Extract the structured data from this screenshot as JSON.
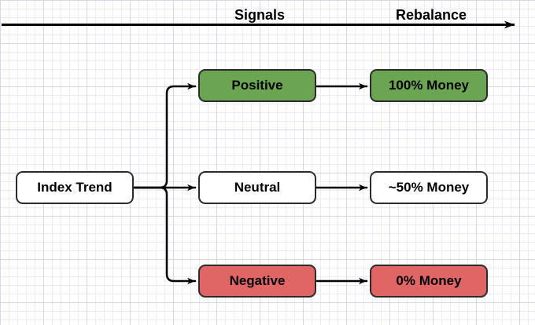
{
  "header": {
    "signals_label": "Signals",
    "rebalance_label": "Rebalance"
  },
  "root_node": {
    "label": "Index Trend",
    "fill": "#ffffff"
  },
  "rows": [
    {
      "signal": "Positive",
      "rebalance": "100% Money",
      "fill": "#6ba552"
    },
    {
      "signal": "Neutral",
      "rebalance": "~50% Money",
      "fill": "#ffffff"
    },
    {
      "signal": "Negative",
      "rebalance": "0% Money",
      "fill": "#e06666"
    }
  ],
  "colors": {
    "line": "#000000",
    "node_border": "#2b2b2b",
    "grid_minor": "#edebf7",
    "grid_major": "#d9d5ec",
    "positive_fill": "#6ba552",
    "negative_fill": "#e06666"
  }
}
